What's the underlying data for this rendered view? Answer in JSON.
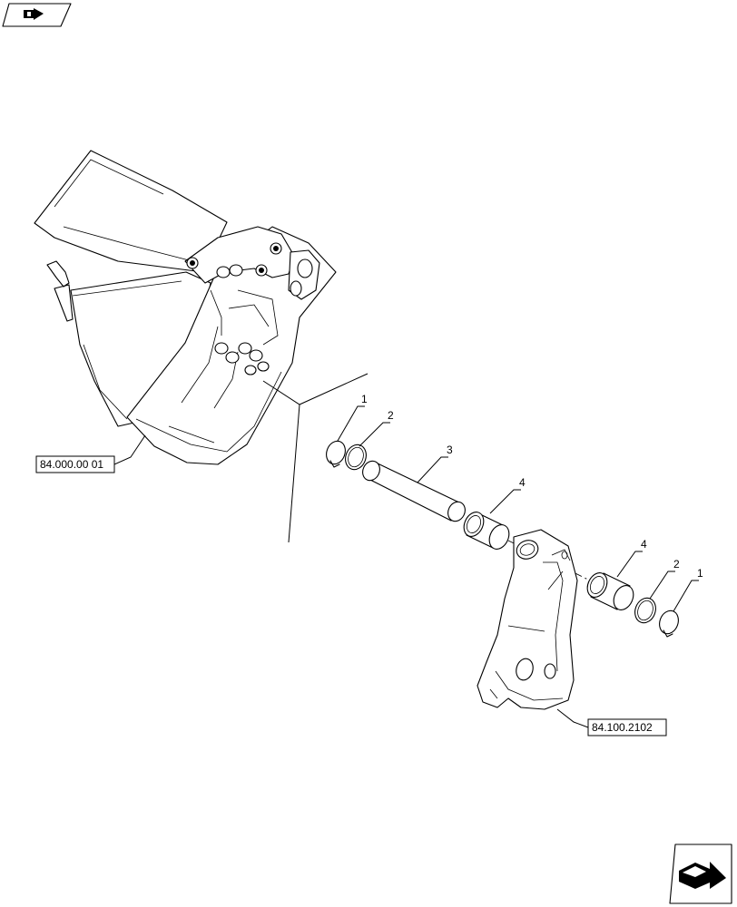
{
  "nav": {
    "top_icon": "arrow-right-icon",
    "bottom_icon": "arrow-right-icon"
  },
  "references": {
    "upper": "84.000.00 01",
    "lower": "84.100.2102"
  },
  "callouts": {
    "ring_left": "1",
    "seal_left": "2",
    "pin": "3",
    "bushing_left": "4",
    "bushing_right": "4",
    "seal_right": "2",
    "ring_right": "1"
  }
}
